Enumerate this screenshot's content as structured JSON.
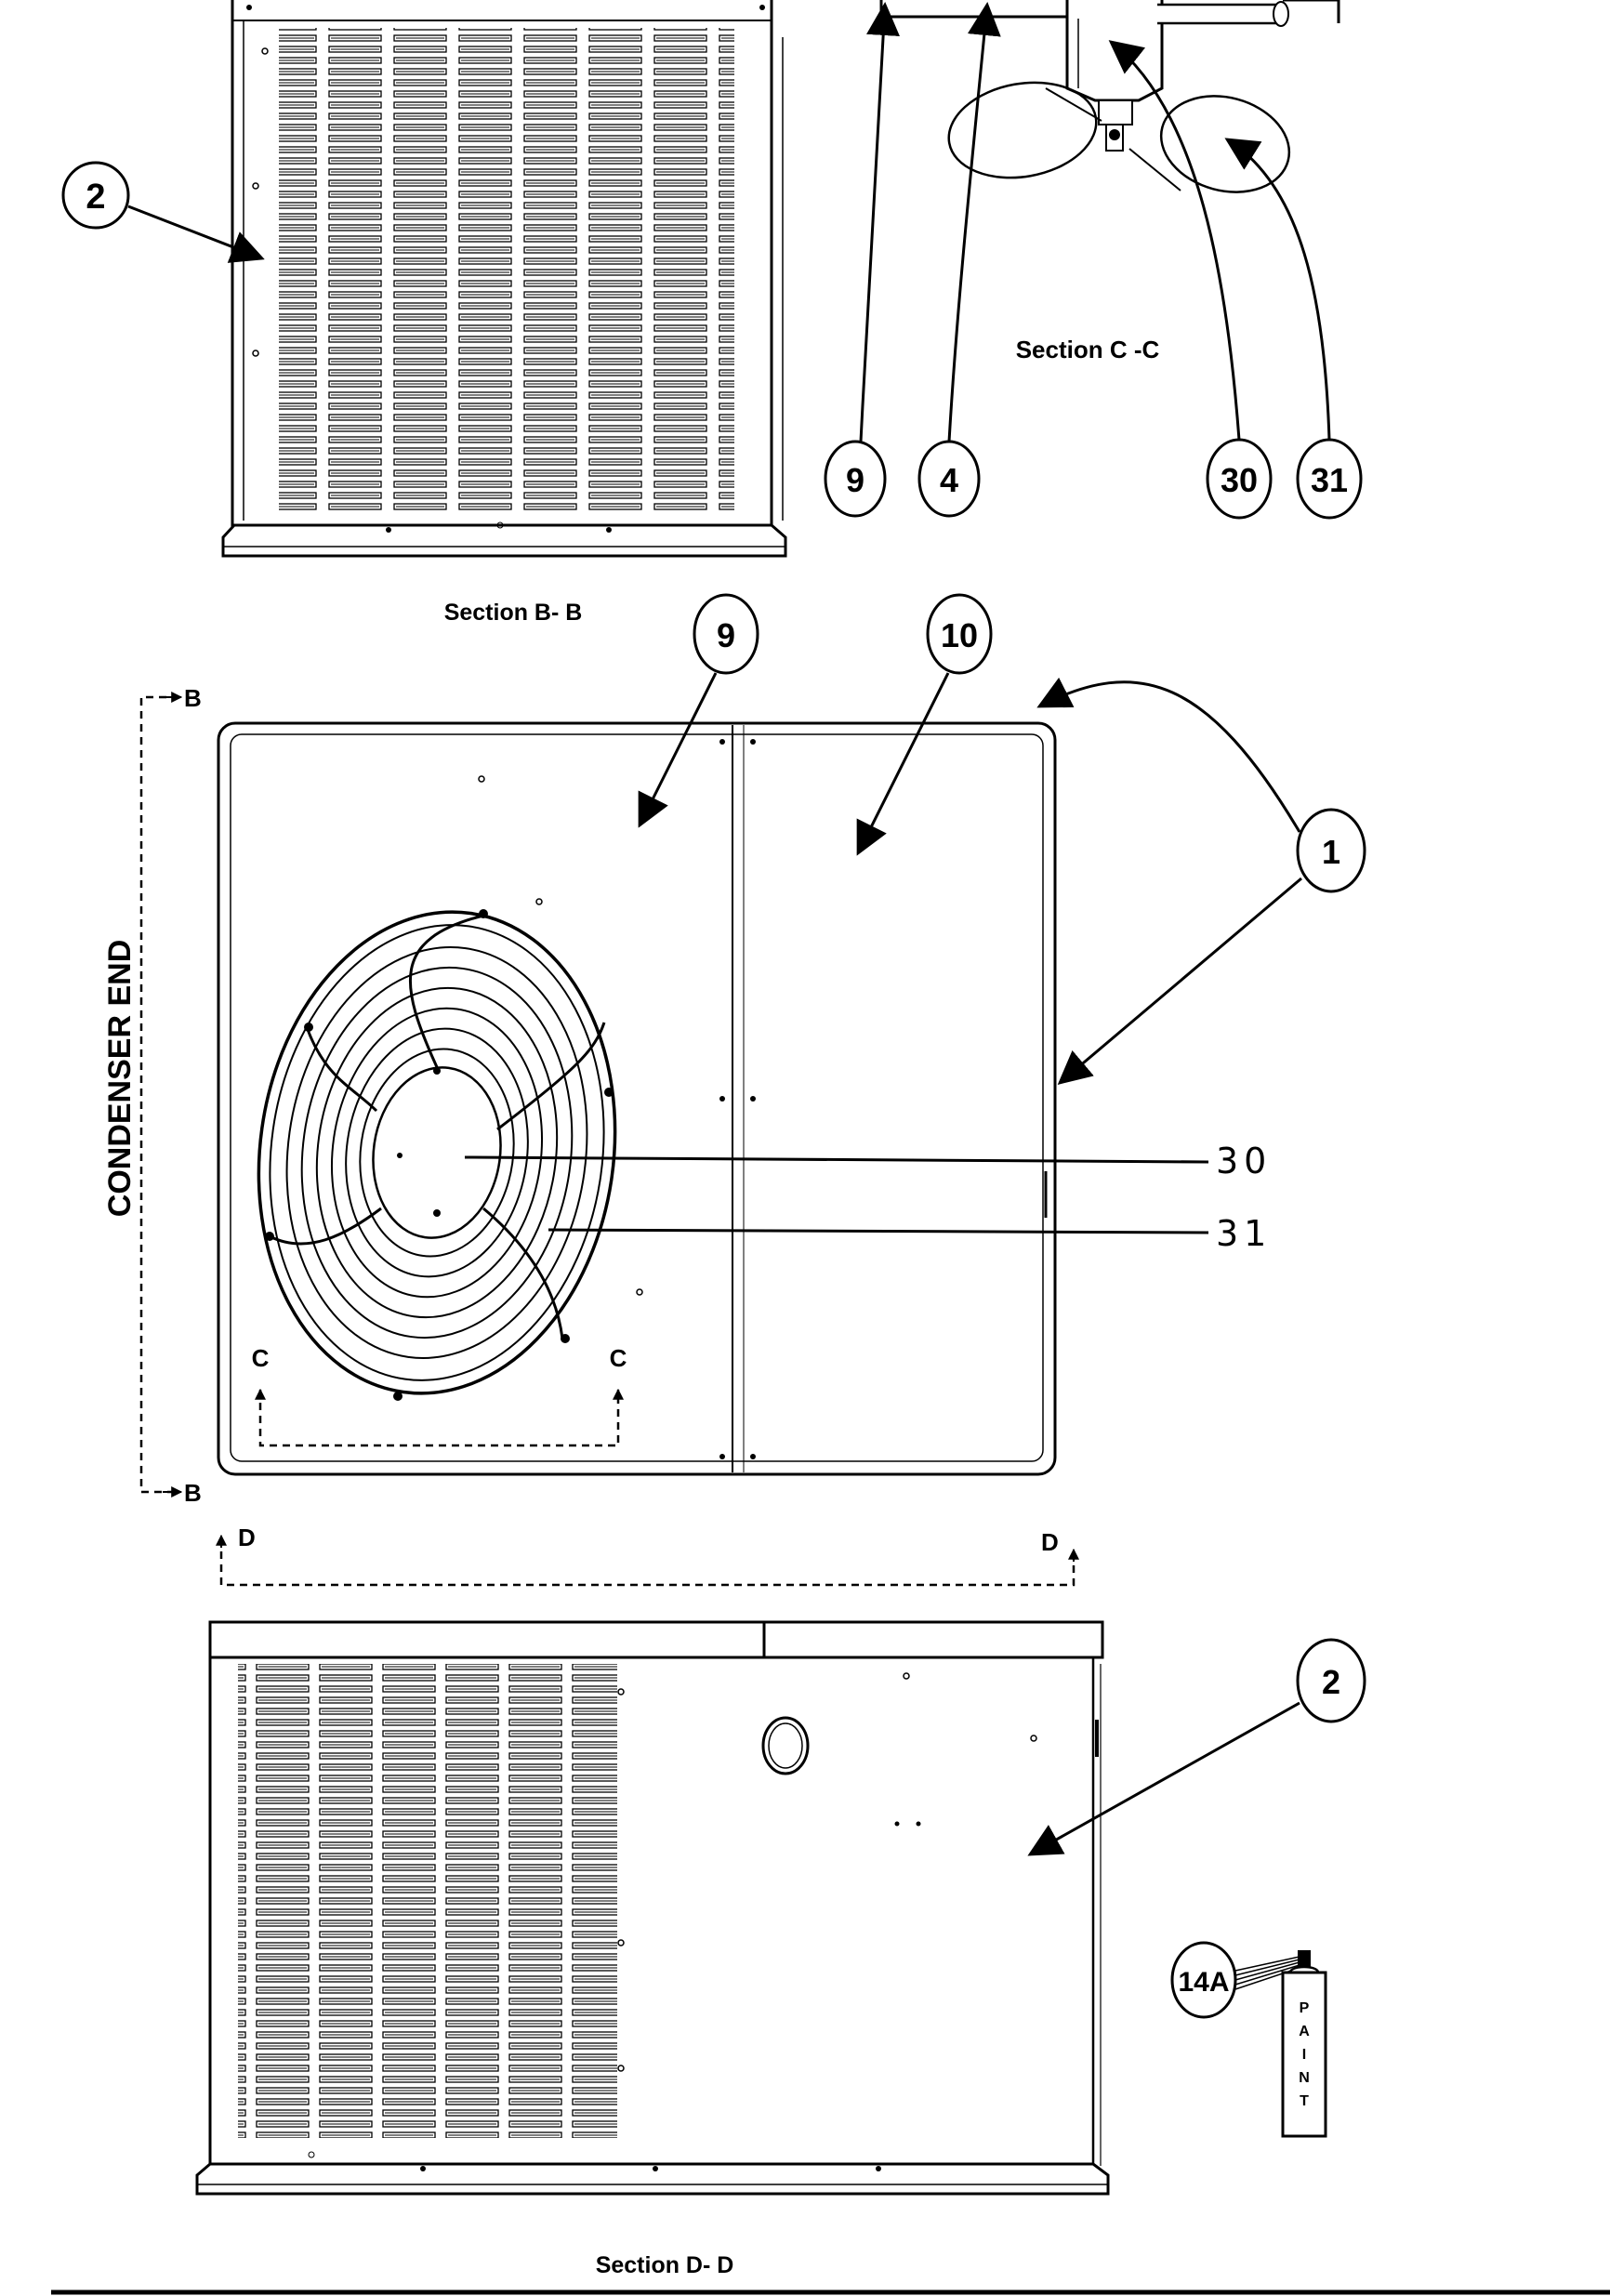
{
  "callouts": {
    "c2_top": "2",
    "c9_top": "9",
    "c4_top": "4",
    "c30_top": "30",
    "c31_top": "31",
    "c9_mid": "9",
    "c10_mid": "10",
    "c1_mid": "1",
    "c2_bot": "2",
    "c14a": "14A"
  },
  "section_labels": {
    "b": "Section B- B",
    "c": "Section C -C",
    "d": "Section D- D"
  },
  "side_label": "CONDENSER END",
  "cut_markers": {
    "b_top": "B",
    "b_bottom": "B",
    "c_left": "C",
    "c_right": "C",
    "d_left": "D",
    "d_right": "D"
  },
  "handwritten": {
    "h30": "30",
    "h31": "31"
  },
  "paint_can_letters": [
    "P",
    "A",
    "I",
    "N",
    "T"
  ]
}
